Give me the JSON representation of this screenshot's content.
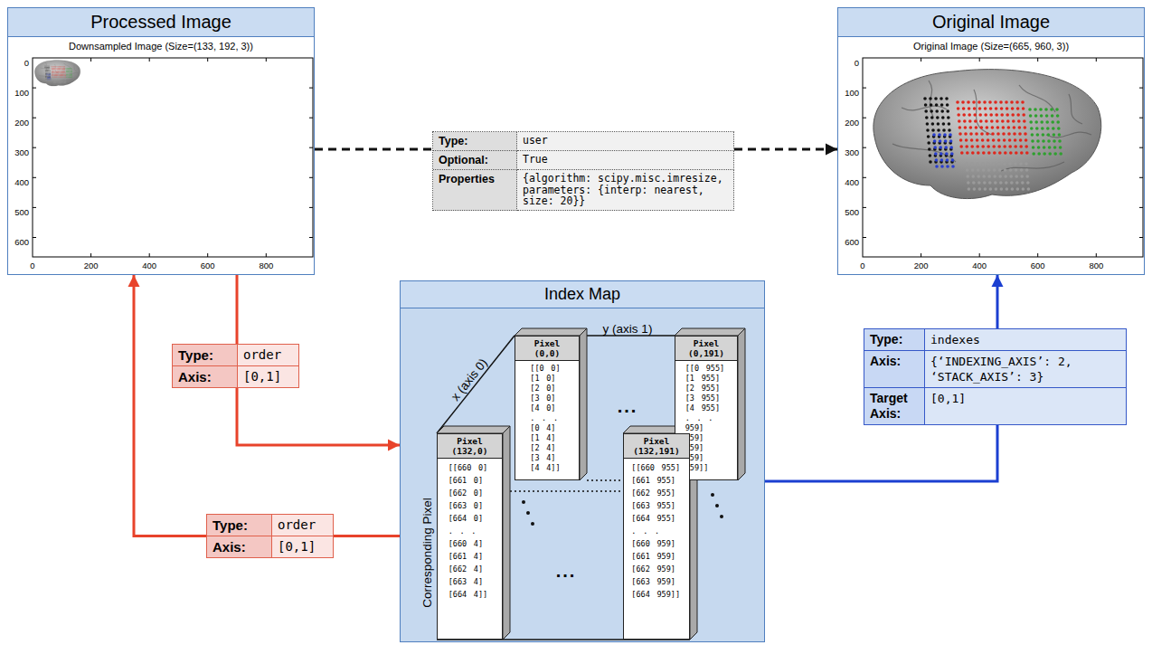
{
  "diagram": {
    "nodes": [
      {
        "text": [
          "Processed Image",
          "Downsampled Image (Size=(133, 192, 3))"
        ]
      },
      {
        "text": [
          "Type:",
          "user",
          "Optional:",
          "True",
          "Properties",
          "{algorithm: scipy.misc.imresize, parameters: {interp: nearest, size: 20}}"
        ]
      },
      {
        "text": [
          "Original Image",
          "Original Image (Size=(665, 960, 3))"
        ]
      },
      {
        "text": [
          "Type:",
          "order",
          "Axis:",
          "[0,1]"
        ]
      },
      {
        "text": [
          "Index Map"
        ]
      },
      {
        "text": [
          "Pixel (0,0)",
          "[[0 0] [1 0] [2 0] [3 0] [4 0] . . . [0 4] [1 4] [2 4] [3 4] [4 4]]"
        ],
        "in": 4
      },
      {
        "text": [
          "Pixel (0,191)",
          "[[0 955] [1 955] [2 955] [3 955] [4 955] . . . 959] 959] 959] 959] 959]]"
        ],
        "in": 4
      },
      {
        "text": [
          "Pixel (132,0)",
          "[[660 0] [661 0] [662 0] [663 0] [664 0] . . . [660 4] [661 4] [662 4] [663 4] [664 4]]"
        ],
        "in": 4
      },
      {
        "text": [
          "Pixel (132,191)",
          "[[660 955] [661 955] [662 955] [663 955] [664 955] . . . [660 959] [661 959] [662 959] [663 959] [664 959]]"
        ],
        "in": 4
      },
      {
        "text": [
          "Type:",
          "indexes",
          "Axis:",
          "{‘INDEXING_AXIS’: 2, ‘STACK_AXIS’: 3}",
          "Target Axis:",
          "[0,1]"
        ]
      },
      {
        "text": [
          "Type:",
          "order",
          "Axis:",
          "[0,1]"
        ]
      }
    ],
    "edges": [
      {
        "from": 0,
        "to": 1,
        "arrow": "none"
      },
      {
        "from": 1,
        "to": 2,
        "arrow": "to"
      },
      {
        "from": 0,
        "to": 3,
        "arrow": "none"
      },
      {
        "from": 3,
        "to": 4,
        "arrow": "to"
      },
      {
        "from": 4,
        "to": 10,
        "arrow": "none"
      },
      {
        "from": 10,
        "to": 0,
        "arrow": "to"
      },
      {
        "from": 4,
        "to": 9,
        "arrow": "none"
      },
      {
        "from": 9,
        "to": 2,
        "arrow": "to"
      }
    ],
    "labels": [
      "0",
      "100",
      "200",
      "300",
      "400",
      "500",
      "600",
      "0",
      "200",
      "400",
      "600",
      "800",
      "0",
      "100",
      "200",
      "300",
      "400",
      "500",
      "600",
      "0",
      "200",
      "400",
      "600",
      "800",
      "y (axis 1)",
      "x (axis 0)",
      "...",
      "...",
      "Corresponding Pixel"
    ]
  }
}
